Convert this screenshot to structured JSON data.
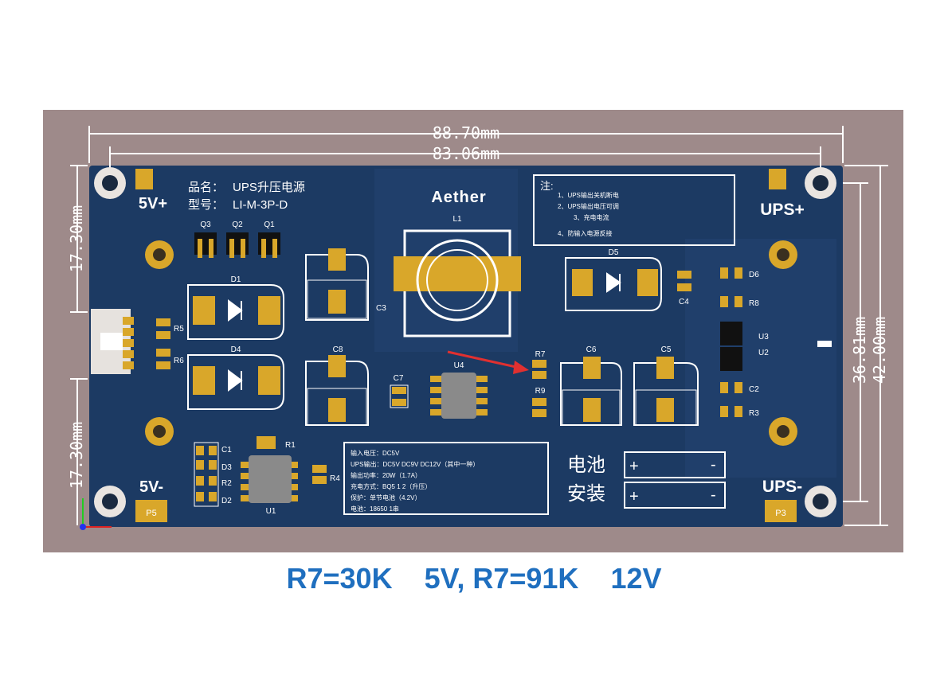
{
  "colors": {
    "background": "#9e8a8a",
    "board": "#1c3a63",
    "board_pad": "#d9a72a",
    "silk": "#ffffff",
    "dimension": "#ffffff",
    "caption": "#1f6fbf"
  },
  "dimensions": {
    "top_outer": "88.70mm",
    "top_inner": "83.06mm",
    "left_upper": "17.30mm",
    "left_lower": "17.30mm",
    "right_inner": "36.81mm",
    "right_outer": "42.00mm"
  },
  "board": {
    "product_name_label": "品名：",
    "product_name": "UPS升压电源",
    "model_label": "型号：",
    "model": "LI-M-3P-D",
    "brand": "Aether",
    "terminals": {
      "top_left": "5V+",
      "bottom_left": "5V-",
      "top_right": "UPS+",
      "bottom_right": "UPS-",
      "p3": "P3",
      "p5": "P5"
    },
    "components": {
      "q1": "Q1",
      "q2": "Q2",
      "q3": "Q3",
      "d1": "D1",
      "d2": "D2",
      "d3": "D3",
      "d4": "D4",
      "d5": "D5",
      "d6": "D6",
      "r1": "R1",
      "r2": "R2",
      "r3": "R3",
      "r4": "R4",
      "r5": "R5",
      "r6": "R6",
      "r7": "R7",
      "r8": "R8",
      "r9": "R9",
      "c1": "C1",
      "c2": "C2",
      "c3": "C3",
      "c4": "C4",
      "c5": "C5",
      "c6": "C6",
      "c7": "C7",
      "c8": "C8",
      "u1": "U1",
      "u2": "U2",
      "u3": "U3",
      "u4": "U4",
      "l1": "L1"
    },
    "notes_title": "注:",
    "notes_lines": [
      "1、UPS输出关机断电",
      "2、UPS输出电压可调",
      "3、充电电流",
      "4、防输入电源反接"
    ],
    "spec_lines": [
      "输入电压：DC5V",
      "UPS输出：DC5V DC9V DC12V（其中一种）",
      "输出功率：20W（1.7A）",
      "充电方式：BQ5 1 2（升压）",
      "保护：单节电池（4.2V）",
      "电池：18650 1串"
    ],
    "battery_label_1": "电池",
    "battery_label_2": "安装",
    "plus_sign": "+",
    "minus_sign": "-"
  },
  "caption": {
    "part1": "R7=30K",
    "part2": "5V, R7=91K",
    "part3": "12V"
  }
}
